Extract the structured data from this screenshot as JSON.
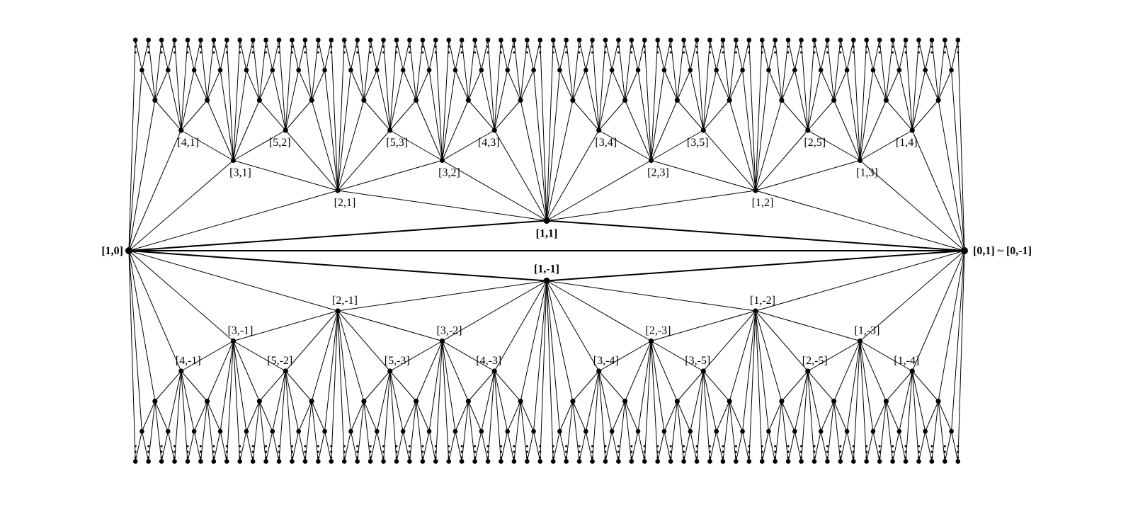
{
  "diagram": {
    "left_vertex_label": "[1,0]",
    "right_vertex_label": "[0,1] ~ [0,-1]",
    "upper": {
      "apex_label": "[1,1]",
      "level2": [
        "[2,1]",
        "[1,2]"
      ],
      "level3": [
        "[3,1]",
        "[3,2]",
        "[2,3]",
        "[1,3]"
      ],
      "level4": [
        "[4,1]",
        "[5,2]",
        "[5,3]",
        "[4,3]",
        "[3,4]",
        "[3,5]",
        "[2,5]",
        "[1,4]"
      ]
    },
    "lower": {
      "apex_label": "[1,-1]",
      "level2": [
        "[2,-1]",
        "[1,-2]"
      ],
      "level3": [
        "[3,-1]",
        "[3,-2]",
        "[2,-3]",
        "[1,-3]"
      ],
      "level4": [
        "[4,-1]",
        "[5,-2]",
        "[5,-3]",
        "[4,-3]",
        "[3,-4]",
        "[3,-5]",
        "[2,-5]",
        "[1,-4]"
      ]
    },
    "continuation_marker": "⋮"
  }
}
